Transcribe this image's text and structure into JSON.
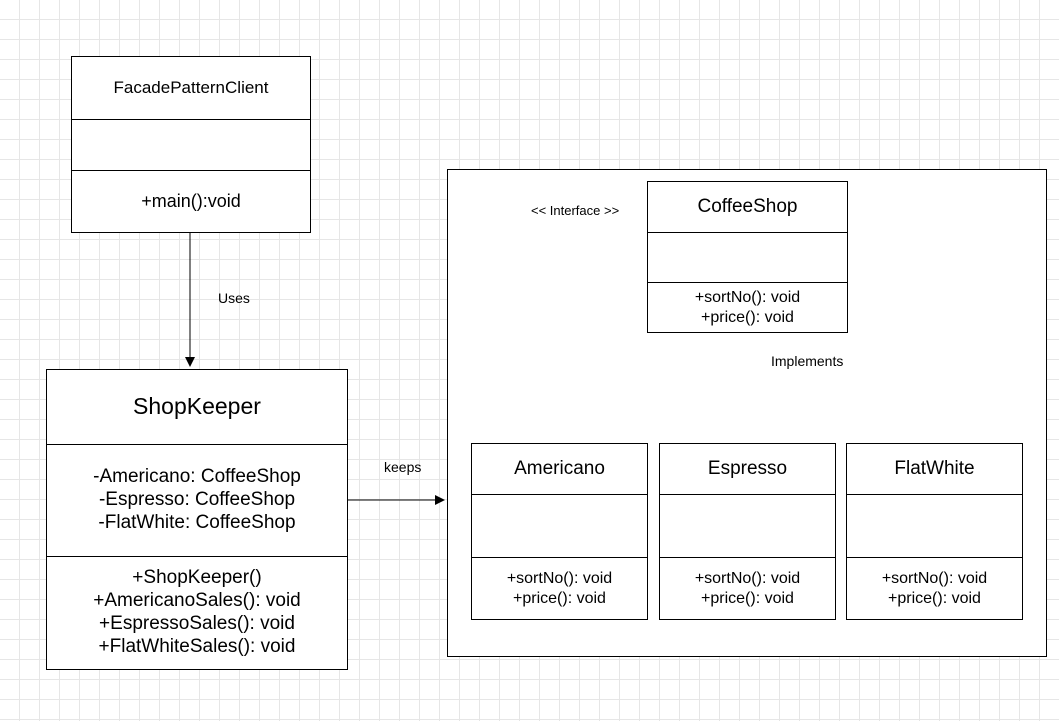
{
  "client": {
    "name": "FacadePatternClient",
    "attributes": [],
    "methods": [
      "+main():void"
    ]
  },
  "shopkeeper": {
    "name": "ShopKeeper",
    "attributes": [
      "-Americano: CoffeeShop",
      "-Espresso: CoffeeShop",
      "-FlatWhite: CoffeeShop"
    ],
    "methods": [
      "+ShopKeeper()",
      "+AmericanoSales(): void",
      "+EspressoSales(): void",
      "+FlatWhiteSales(): void"
    ]
  },
  "coffeeshop": {
    "stereotype": "<< Interface >>",
    "name": "CoffeeShop",
    "attributes": [],
    "methods": [
      "+sortNo(): void",
      "+price(): void"
    ]
  },
  "americano": {
    "name": "Americano",
    "attributes": [],
    "methods": [
      "+sortNo(): void",
      "+price(): void"
    ]
  },
  "espresso": {
    "name": "Espresso",
    "attributes": [],
    "methods": [
      "+sortNo(): void",
      "+price(): void"
    ]
  },
  "flatwhite": {
    "name": "FlatWhite",
    "attributes": [],
    "methods": [
      "+sortNo(): void",
      "+price(): void"
    ]
  },
  "relations": {
    "uses": "Uses",
    "keeps": "keeps",
    "implements": "Implements"
  }
}
